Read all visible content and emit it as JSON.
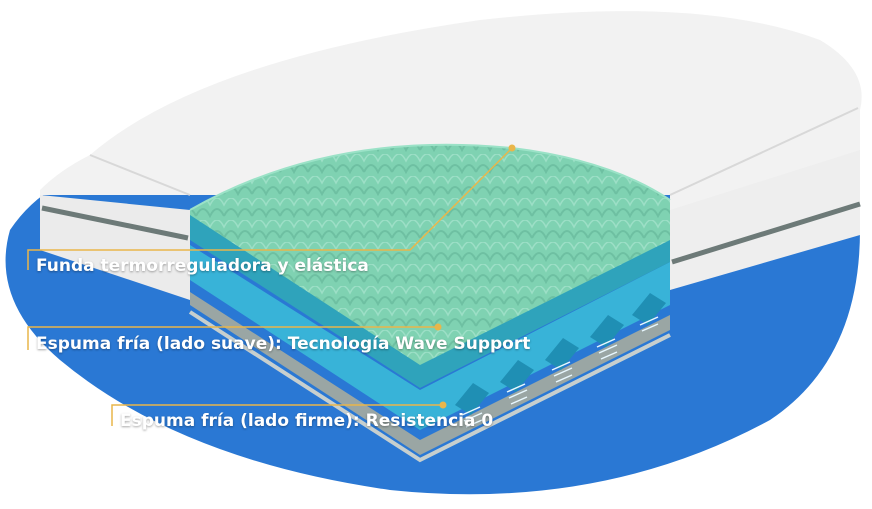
{
  "colors": {
    "background_blob": "#2a78d4",
    "mattress_white": "#f2f2f2",
    "mattress_stripe": "#6d7a78",
    "top_foam": "#7fd2b2",
    "middle_foam": "#35a9bf",
    "bottom_foam": "#38b3d8",
    "callout_line": "#e9b64a"
  },
  "callouts": [
    {
      "text": "Funda termorreguladora y elástica"
    },
    {
      "text": "Espuma fría (lado suave): Tecnología Wave Support"
    },
    {
      "text": "Espuma fría (lado firme): Resistencia 0"
    }
  ]
}
